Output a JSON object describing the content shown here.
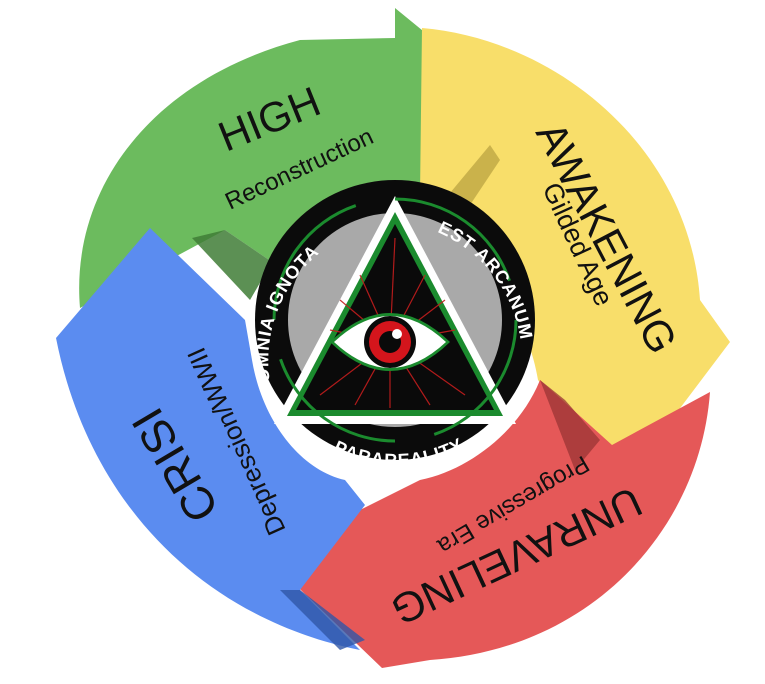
{
  "segments": [
    {
      "id": "high",
      "title": "HIGH",
      "subtitle": "Reconstruction",
      "color": "#6cbb5e"
    },
    {
      "id": "awakening",
      "title": "AWAKENING",
      "subtitle": "Gilded Age",
      "color": "#f8de6a"
    },
    {
      "id": "unraveling",
      "title": "UNRAVELING",
      "subtitle": "Progressive Era",
      "color": "#e55858"
    },
    {
      "id": "crisis",
      "title": "CRISIS",
      "subtitle": "Depression/WWII",
      "color": "#5b8cf0"
    }
  ],
  "badge": {
    "left_text": "OMNIA IGNOTA",
    "right_text": "EST ARCANUM",
    "bottom_text": "PARAREALITY"
  }
}
